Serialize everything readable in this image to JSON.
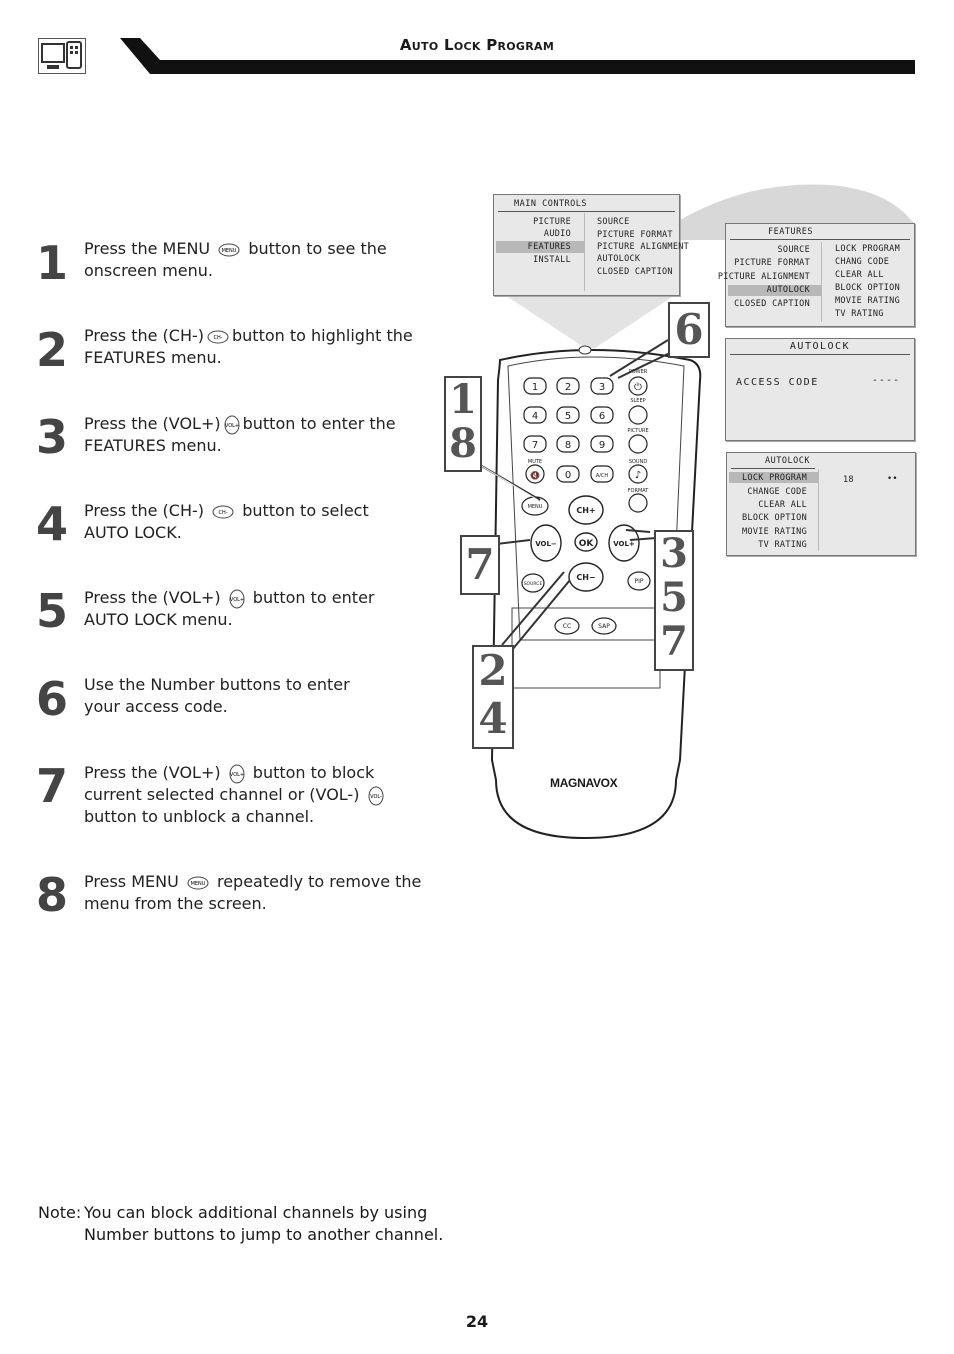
{
  "header": {
    "title": "Auto Lock Program",
    "icon": "tv-lock-icon"
  },
  "steps": [
    {
      "num": "1",
      "lines": [
        "Press the MENU",
        "button to see the",
        "onscreen menu."
      ],
      "button": "MENU"
    },
    {
      "num": "2",
      "lines": [
        "Press the (CH-)",
        "button to highlight the",
        "FEATURES menu."
      ],
      "button": "CH-"
    },
    {
      "num": "3",
      "lines": [
        "Press the (VOL+)",
        "button to enter the",
        "FEATURES menu."
      ],
      "button": "VOL+"
    },
    {
      "num": "4",
      "lines": [
        "Press the (CH-)",
        "button to select",
        "AUTO LOCK."
      ],
      "button": "CH-"
    },
    {
      "num": "5",
      "lines": [
        "Press the (VOL+)",
        "button to enter",
        "AUTO LOCK menu."
      ],
      "button": "VOL+"
    },
    {
      "num": "6",
      "lines": [
        "Use the Number buttons to enter",
        "your access code."
      ]
    },
    {
      "num": "7",
      "lines": [
        "Press the (VOL+)",
        "button to block",
        "current selected channel or (VOL-)",
        "button to unblock a channel."
      ],
      "button": "VOL+"
    },
    {
      "num": "8",
      "lines": [
        "Press MENU",
        "repeatedly to remove the",
        "menu from the screen."
      ],
      "button": "MENU"
    }
  ],
  "note": {
    "label": "Note:",
    "line1": "You can block additional channels by using",
    "line2": "Number buttons to jump to another channel."
  },
  "page_number": "24",
  "osd_main": {
    "title": "MAIN CONTROLS",
    "left": [
      "PICTURE",
      "AUDIO",
      "FEATURES",
      "INSTALL"
    ],
    "right": [
      "SOURCE",
      "PICTURE FORMAT",
      "PICTURE ALIGNMENT",
      "AUTOLOCK",
      "CLOSED CAPTION"
    ]
  },
  "osd_features": {
    "title": "FEATURES",
    "left": [
      "SOURCE",
      "PICTURE FORMAT",
      "PICTURE ALIGNMENT",
      "AUTOLOCK",
      "CLOSED CAPTION"
    ],
    "right": [
      "LOCK PROGRAM",
      "CHANG CODE",
      "CLEAR ALL",
      "BLOCK OPTION",
      "MOVIE RATING",
      "TV RATING"
    ]
  },
  "osd_access": {
    "title": "AUTOLOCK",
    "label": "ACCESS CODE",
    "value": "----"
  },
  "osd_autolock": {
    "title": "AUTOLOCK",
    "left": [
      "LOCK PROGRAM",
      "CHANGE CODE",
      "CLEAR ALL",
      "BLOCK OPTION",
      "MOVIE RATING",
      "TV RATING"
    ],
    "channel": "18"
  },
  "remote": {
    "brand": "MAGNAVOX",
    "digits": [
      "1",
      "2",
      "3",
      "4",
      "5",
      "6",
      "7",
      "8",
      "9",
      "0"
    ],
    "labels": {
      "power": "POWER",
      "sleep": "SLEEP",
      "picture": "PICTURE",
      "mute": "MUTE",
      "sound": "SOUND",
      "format": "FORMAT",
      "menu": "MENU",
      "ch_up": "CH+",
      "ch_down": "CH−",
      "vol_down": "VOL−",
      "vol_up": "VOL+",
      "ok": "OK",
      "source": "SOURCE",
      "pip": "PIP",
      "cc": "CC",
      "sap": "SAP",
      "ach": "A/CH"
    }
  },
  "callouts": [
    "1",
    "8",
    "6",
    "7",
    "3",
    "5",
    "7",
    "2",
    "4"
  ]
}
